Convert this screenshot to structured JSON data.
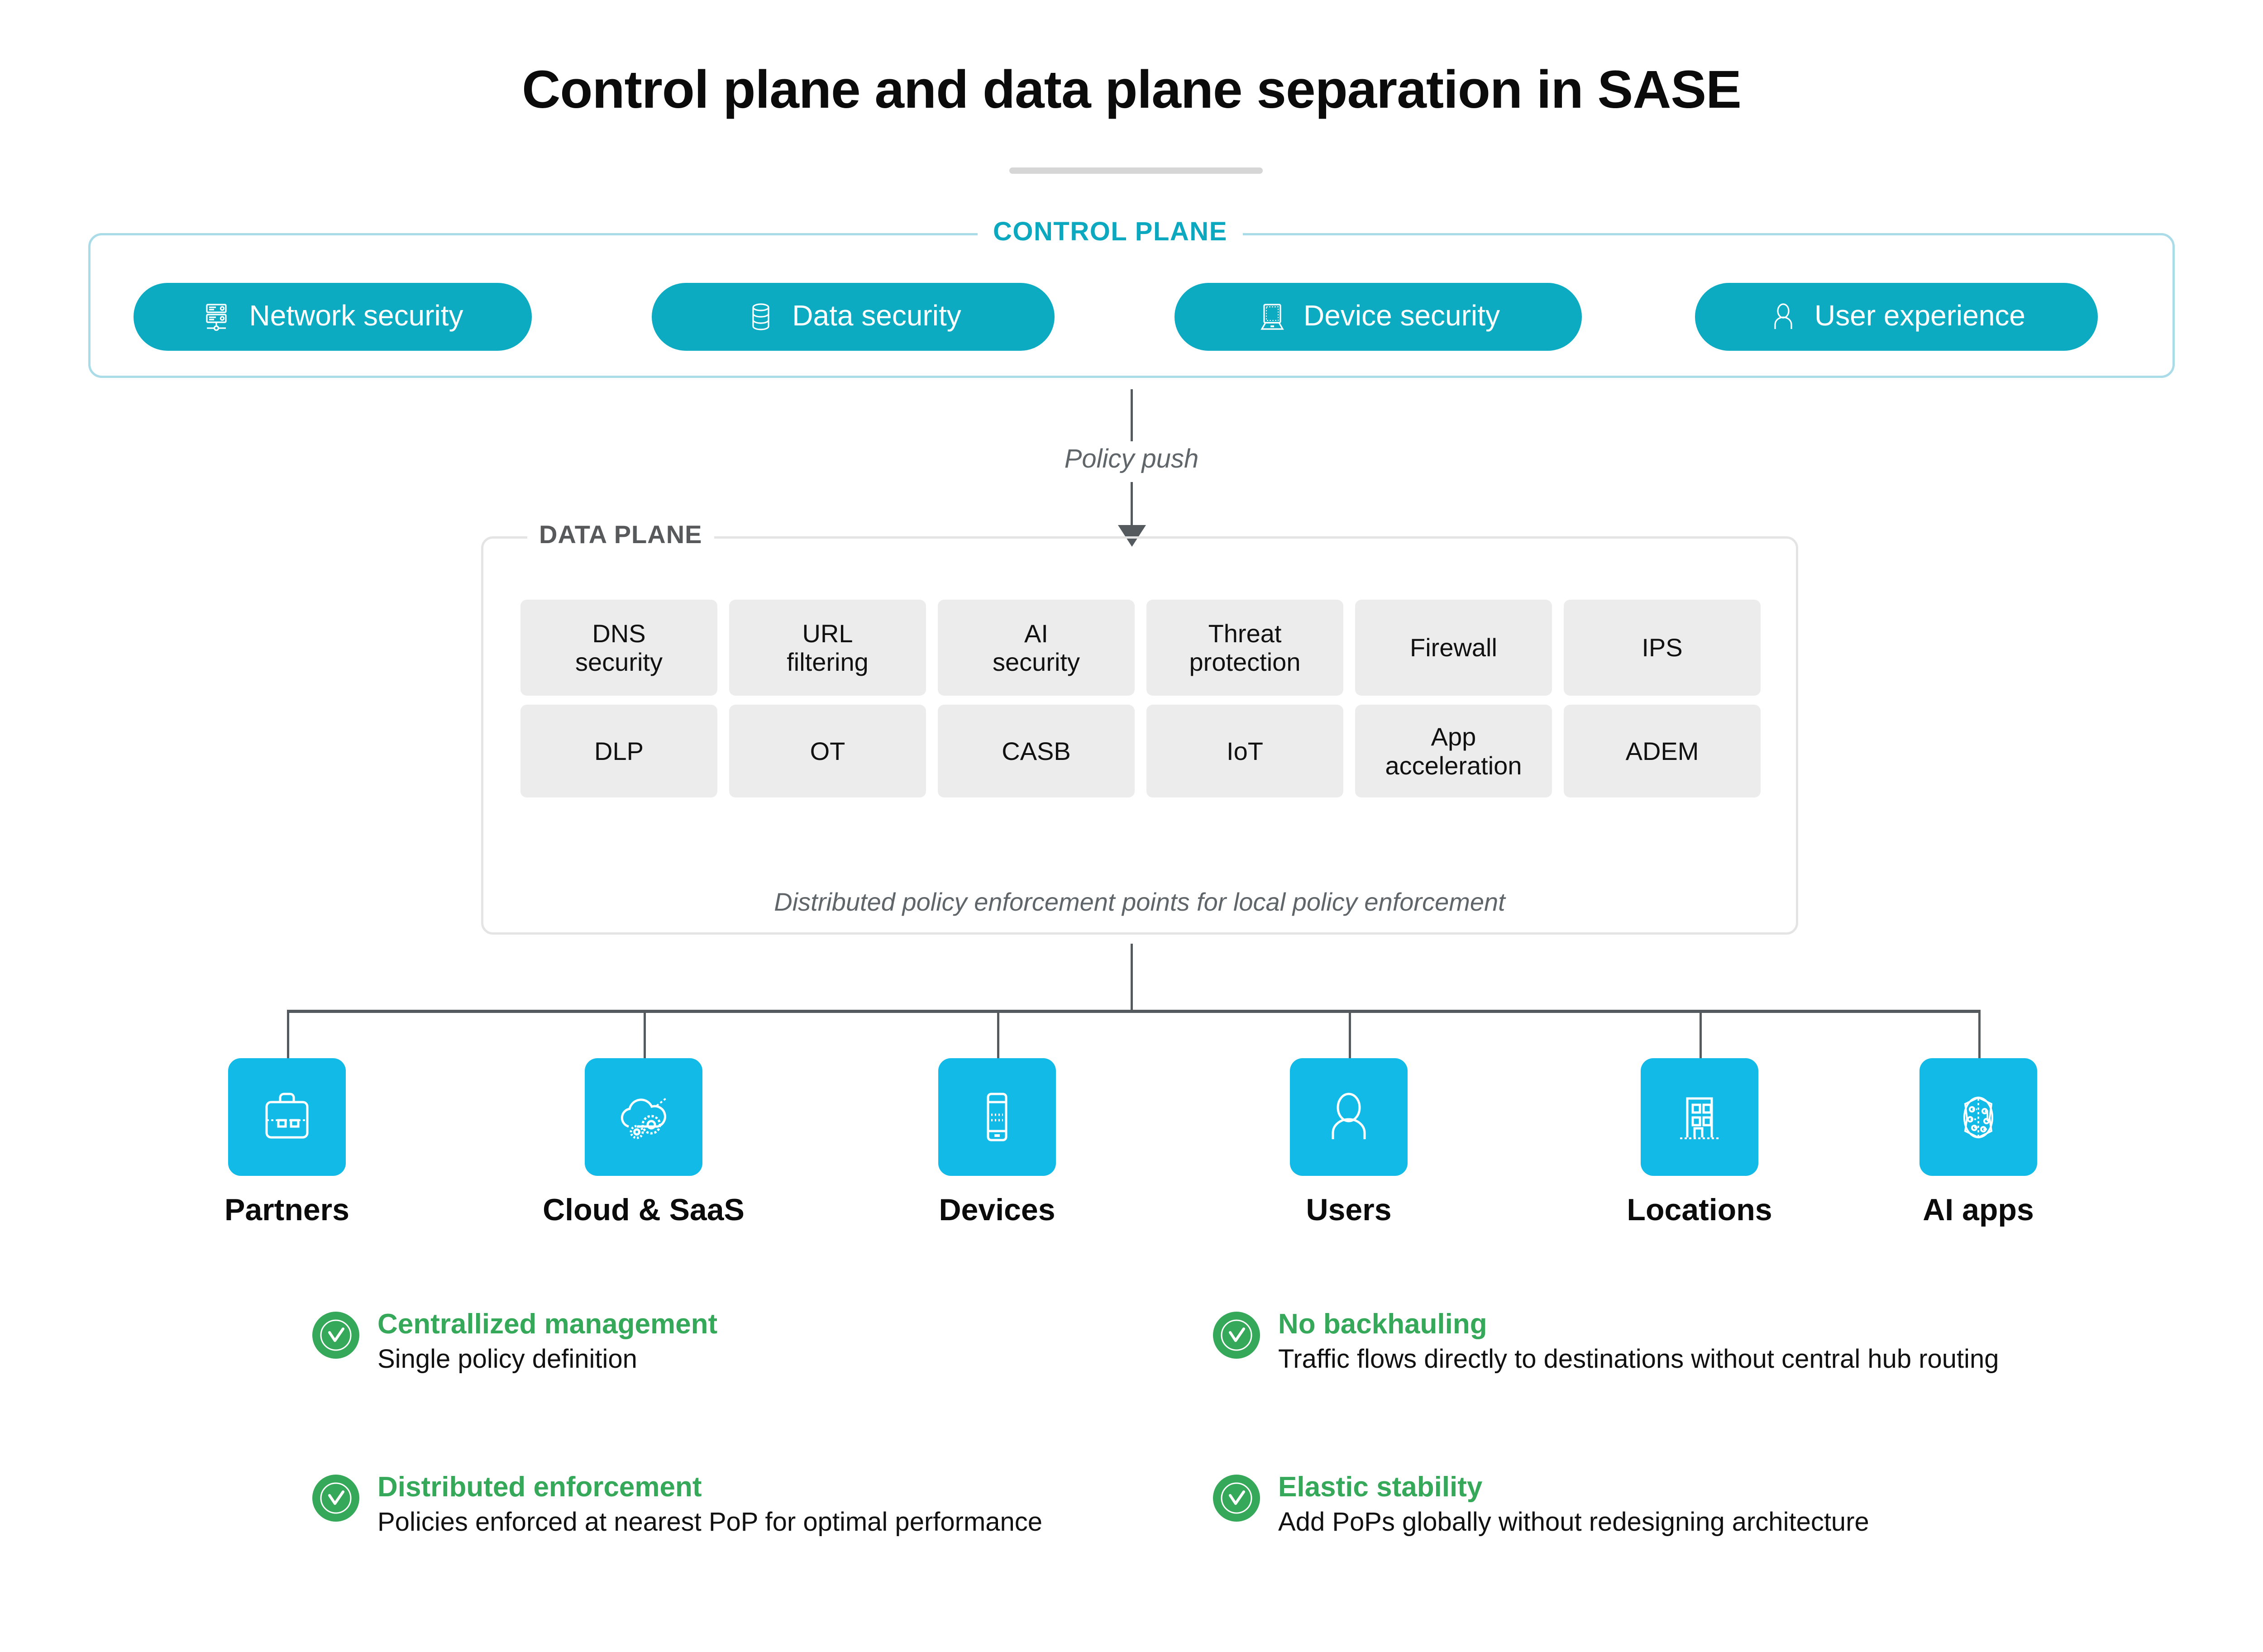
{
  "title": "Control plane and data plane separation in SASE",
  "colors": {
    "control_plane_border": "#a9dbe8",
    "control_plane_pill": "#0cabc2",
    "control_plane_label": "#0ca8bf",
    "data_plane_border": "#e4e4e4",
    "data_plane_cell": "#ececec",
    "data_plane_label": "#58595b",
    "endpoint_tile": "#12bae8",
    "benefit_green": "#36a85a",
    "connector_gray": "#555a5e",
    "italic_gray": "#5f6569"
  },
  "control_plane": {
    "legend": "CONTROL PLANE",
    "pills": [
      {
        "label": "Network security",
        "icon": "server-rack-icon"
      },
      {
        "label": "Data security",
        "icon": "database-icon"
      },
      {
        "label": "Device security",
        "icon": "laptop-icon"
      },
      {
        "label": "User experience",
        "icon": "person-icon"
      }
    ]
  },
  "policy_push": {
    "label": "Policy push",
    "arrow": "down-arrow-icon"
  },
  "data_plane": {
    "legend": "DATA PLANE",
    "rows": [
      [
        "DNS\nsecurity",
        "URL\nfiltering",
        "AI\nsecurity",
        "Threat\nprotection",
        "Firewall",
        "IPS"
      ],
      [
        "DLP",
        "OT",
        "CASB",
        "IoT",
        "App\nacceleration",
        "ADEM"
      ]
    ],
    "caption": "Distributed policy enforcement points for local policy enforcement"
  },
  "endpoints": [
    {
      "label": "Partners",
      "icon": "briefcase-icon"
    },
    {
      "label": "Cloud & SaaS",
      "icon": "cloud-gears-icon"
    },
    {
      "label": "Devices",
      "icon": "mobile-phone-icon"
    },
    {
      "label": "Users",
      "icon": "person-icon"
    },
    {
      "label": "Locations",
      "icon": "building-icon"
    },
    {
      "label": "AI apps",
      "icon": "brain-circuit-icon"
    }
  ],
  "benefits": [
    {
      "title": "Centrallized management",
      "desc": "Single policy definition",
      "icon": "check-circle-icon"
    },
    {
      "title": "No backhauling",
      "desc": "Traffic flows directly to destinations without central hub routing",
      "icon": "check-circle-icon"
    },
    {
      "title": "Distributed enforcement",
      "desc": "Policies enforced at nearest PoP for optimal performance",
      "icon": "check-circle-icon"
    },
    {
      "title": "Elastic stability",
      "desc": "Add PoPs globally without redesigning architecture",
      "icon": "check-circle-icon"
    }
  ]
}
